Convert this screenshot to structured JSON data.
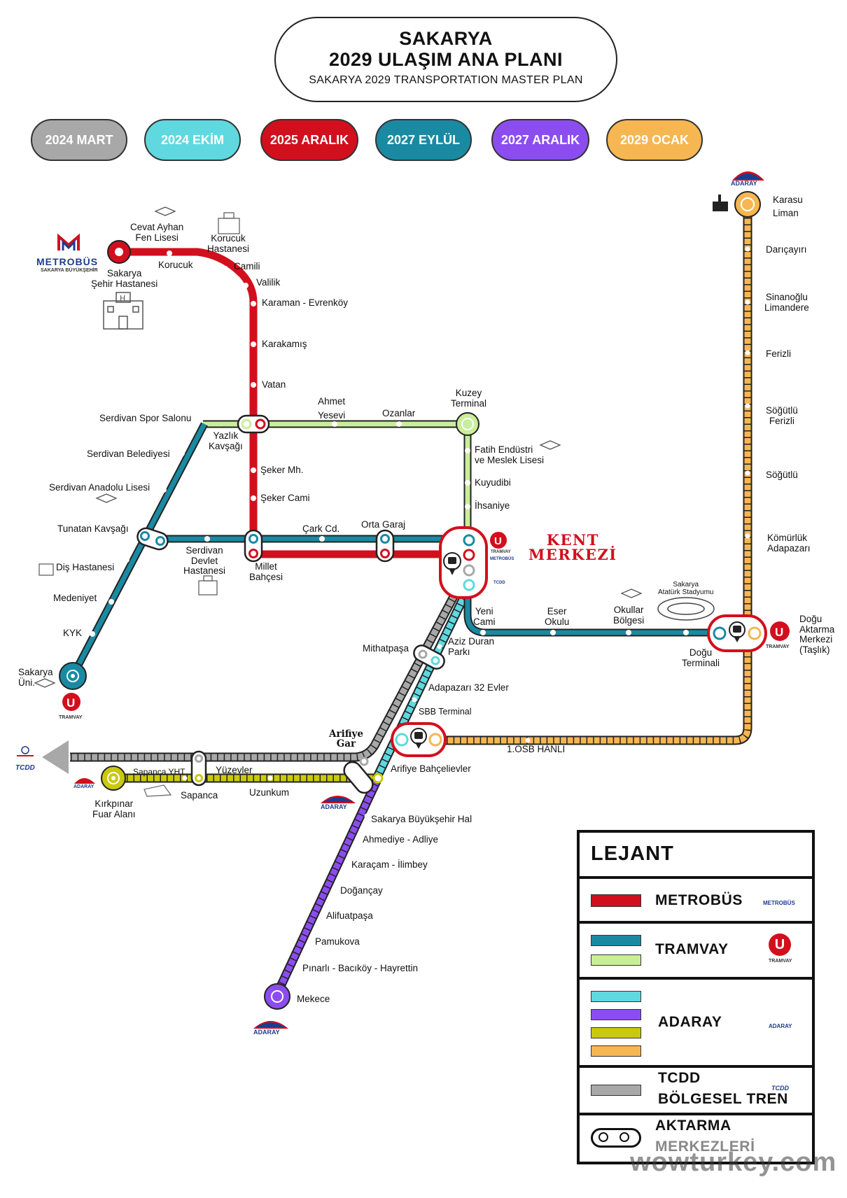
{
  "header": {
    "title_line1": "SAKARYA",
    "title_line2": "2029 ULAŞIM ANA PLANI",
    "subtitle": "SAKARYA 2029 TRANSPORTATION MASTER PLAN"
  },
  "timeline": [
    {
      "label": "2024 MART",
      "color": "#a8a8a8"
    },
    {
      "label": "2024 EKİM",
      "color": "#5fd8e0"
    },
    {
      "label": "2025 ARALIK",
      "color": "#d20f1d"
    },
    {
      "label": "2027 EYLÜL",
      "color": "#1a8aa3"
    },
    {
      "label": "2027 ARALIK",
      "color": "#8c4df0"
    },
    {
      "label": "2029 OCAK",
      "color": "#f6b652"
    }
  ],
  "colors": {
    "metrobus": "#d20f1d",
    "tramvay_blue": "#1a8aa3",
    "tramvay_green": "#c9ee9a",
    "adaray_cyan": "#5fd8e0",
    "adaray_purple": "#8c4df0",
    "adaray_yellow": "#c9c90e",
    "adaray_orange": "#f6b652",
    "tcdd_gray": "#a8a8a8"
  },
  "logos": {
    "metrobus": "METROBÜS",
    "metrobus_sub": "SAKARYA BÜYÜKŞEHİR",
    "tramvay": "TRAMVAY",
    "adaray": "ADARAY",
    "tcdd": "TCDD"
  },
  "icons": [
    "graduation-cap-icon",
    "hospital-icon",
    "stadium-icon",
    "bus-icon",
    "port-icon",
    "train-icon"
  ],
  "stations": {
    "cevat_ayhan": "Cevat Ayhan\nFen Lisesi",
    "korucuk_hastanesi": "Korucuk\nHastanesi",
    "korucuk": "Korucuk",
    "camili": "Camili",
    "valilik": "Valilik",
    "sakarya_sehir": "Sakarya\nŞehir Hastanesi",
    "karaman": "Karaman - Evrenköy",
    "karakamis": "Karakamış",
    "vatan": "Vatan",
    "ahmet_yesevi": "Ahmet\nYesevi",
    "ozanlar": "Ozanlar",
    "kuzey_terminal": "Kuzey\nTerminal",
    "serdivan_spor": "Serdivan Spor Salonu",
    "yazlik": "Yazlık\nKavşağı",
    "serdivan_belediyesi": "Serdivan Belediyesi",
    "fatih": "Fatih Endüstri\nve Meslek Lisesi",
    "seker_mh": "Şeker Mh.",
    "kuyudibi": "Kuyudibi",
    "serdivan_anadolu": "Serdivan Anadolu Lisesi",
    "seker_cami": "Şeker Cami",
    "ihsaniye": "İhsaniye",
    "tunatan": "Tunatan Kavşağı",
    "cark_cd": "Çark Cd.",
    "orta_garaj": "Orta Garaj",
    "serdivan_devlet": "Serdivan\nDevlet\nHastanesi",
    "dis_hastanesi": "Diş Hastanesi",
    "millet_bahcesi": "Millet\nBahçesi",
    "medeniyet": "Medeniyet",
    "kyk": "KYK",
    "sakarya_uni": "Sakarya\nÜni.",
    "kent_merkezi": "KENT\nMERKEZİ",
    "yeni_cami": "Yeni\nCami",
    "eser_okulu": "Eser\nOkulu",
    "okullar": "Okullar\nBölgesi",
    "stadyum": "Sakarya\nAtatürk Stadyumu",
    "dogu_terminali": "Doğu\nTerminali",
    "dogu_aktarma": "Doğu\nAktarma\nMerkezi\n(Taşlık)",
    "mithatpasa": "Mithatpaşa",
    "aziz_duran": "Aziz Duran\nParkı",
    "adapazari_32": "Adapazarı 32 Evler",
    "sbb_terminal": "SBB Terminal",
    "osb_hanli": "1.OSB HANLI",
    "arifiye_gar": "Arifiye\nGar",
    "arifiye_bahcelievler": "Arifiye Bahçelievler",
    "sapanca_yht": "Sapanca YHT",
    "yuzevler": "Yüzevler",
    "sapanca": "Sapanca",
    "uzunkum": "Uzunkum",
    "kirkpinar": "Kırkpınar\nFuar Alanı",
    "buyuksehir_hal": "Sakarya Büyükşehir Hal",
    "ahmediye": "Ahmediye - Adliye",
    "karacam": "Karaçam - İlimbey",
    "dogancay": "Doğançay",
    "alifuatpasa": "Alifuatpaşa",
    "pamukova": "Pamukova",
    "pinarli": "Pınarlı - Bacıköy - Hayrettin",
    "mekece": "Mekece",
    "karasu_liman": "Karasu\nLiman",
    "daricayiri": "Darıçayırı",
    "sinanoglu": "Sinanoğlu\nLimandere",
    "ferizli": "Ferizli",
    "sogutlu_ferizli": "Söğütlü\nFerizli",
    "sogutlu": "Söğütlü",
    "komurluk": "Kömürlük\nAdapazarı"
  },
  "legend": {
    "title": "LEJANT",
    "metrobus": "METROBÜS",
    "tramvay": "TRAMVAY",
    "adaray": "ADARAY",
    "tcdd_line1": "TCDD",
    "tcdd_line2": "BÖLGESEL TREN",
    "aktarma_line1": "AKTARMA",
    "aktarma_line2": "MERKEZLERİ"
  },
  "watermark": "wowturkey.com"
}
